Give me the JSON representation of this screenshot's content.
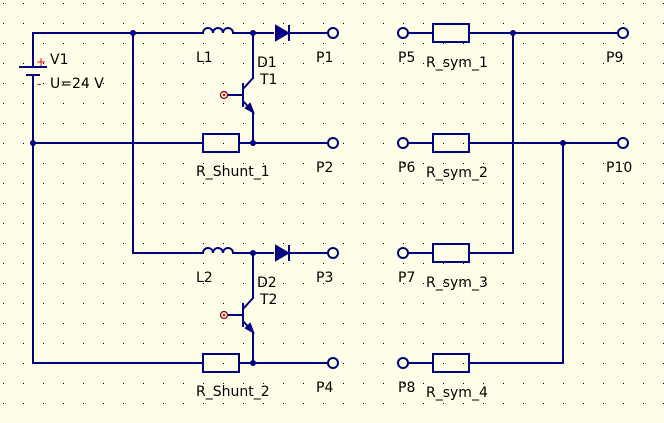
{
  "title": "",
  "colors": {
    "background": "#fffee9",
    "wire": "#000080",
    "grid": "#000000",
    "text": "#000000",
    "source_sign": "#ff0000",
    "base_port": "#800000"
  },
  "labels": {
    "source_name": "V1",
    "source_value": "U=24 V",
    "source_plus": "+",
    "source_minus": "-",
    "inductor_1": "L1",
    "inductor_2": "L2",
    "diode_1": "D1",
    "diode_2": "D2",
    "transistor_1": "T1",
    "transistor_2": "T2",
    "shunt_1": "R_Shunt_1",
    "shunt_2": "R_Shunt_2",
    "port_p1": "P1",
    "port_p2": "P2",
    "port_p3": "P3",
    "port_p4": "P4",
    "port_p5": "P5",
    "port_p6": "P6",
    "port_p7": "P7",
    "port_p8": "P8",
    "port_p9": "P9",
    "port_p10": "P10",
    "sym_1": "R_sym_1",
    "sym_2": "R_sym_2",
    "sym_3": "R_sym_3",
    "sym_4": "R_sym_4"
  }
}
